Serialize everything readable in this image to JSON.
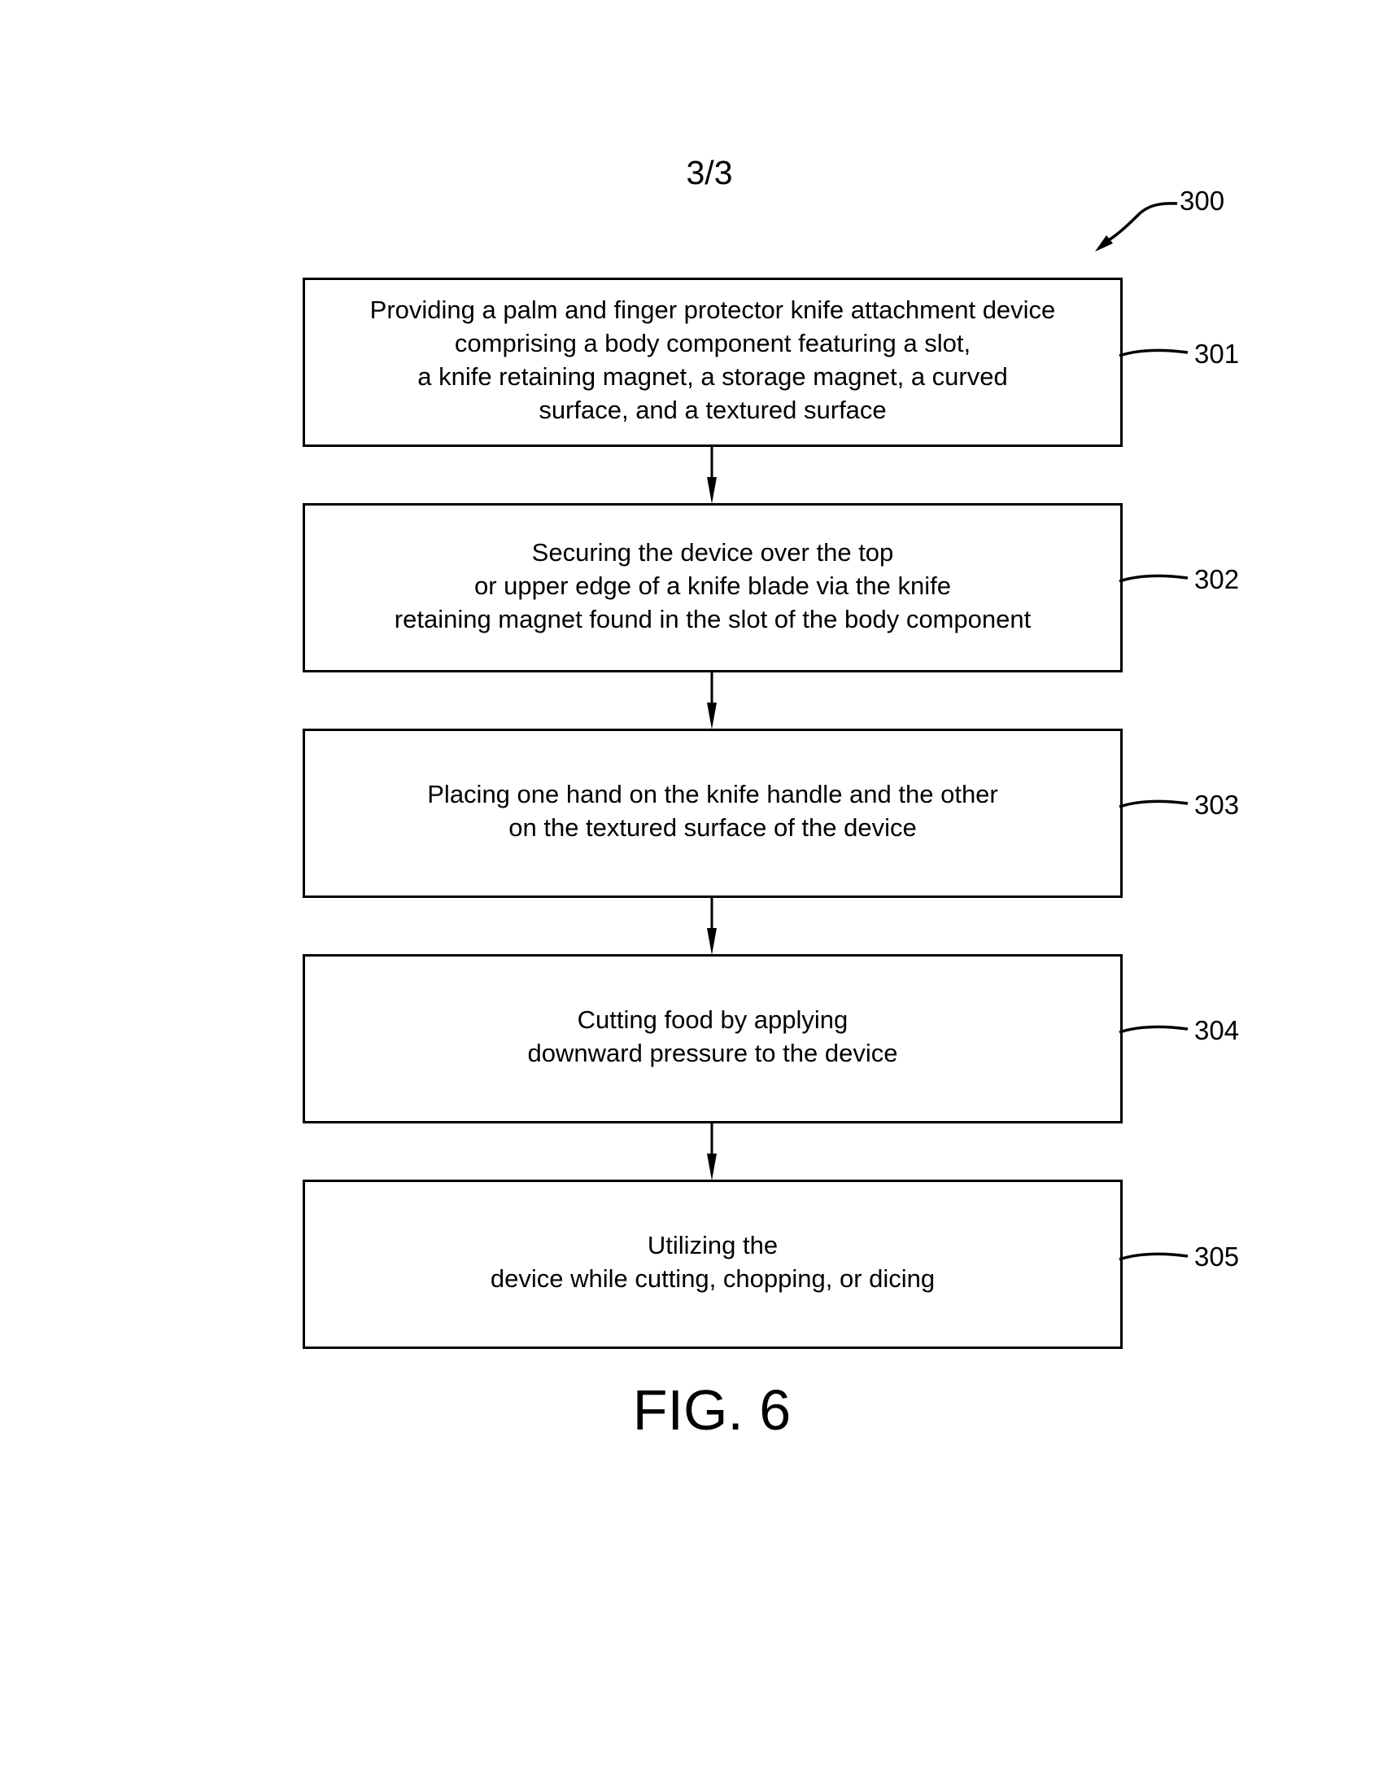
{
  "sheet": {
    "number": "3/3"
  },
  "figure": {
    "reference_numeral": "300",
    "caption": "FIG. 6"
  },
  "steps": [
    {
      "ref": "301",
      "text": "Providing a palm and finger protector knife attachment device\ncomprising a body component featuring a slot,\na knife retaining magnet, a storage magnet, a curved\nsurface, and a textured surface"
    },
    {
      "ref": "302",
      "text": "Securing the device over the top\nor upper edge of a knife blade via the knife\nretaining magnet found in the slot of the body component"
    },
    {
      "ref": "303",
      "text": "Placing one hand on the knife handle and the other\non the textured surface of the device"
    },
    {
      "ref": "304",
      "text": "Cutting food by applying\ndownward pressure to the device"
    },
    {
      "ref": "305",
      "text": "Utilizing the\ndevice while cutting, chopping, or dicing"
    }
  ],
  "colors": {
    "ink": "#000000",
    "paper": "#ffffff"
  }
}
